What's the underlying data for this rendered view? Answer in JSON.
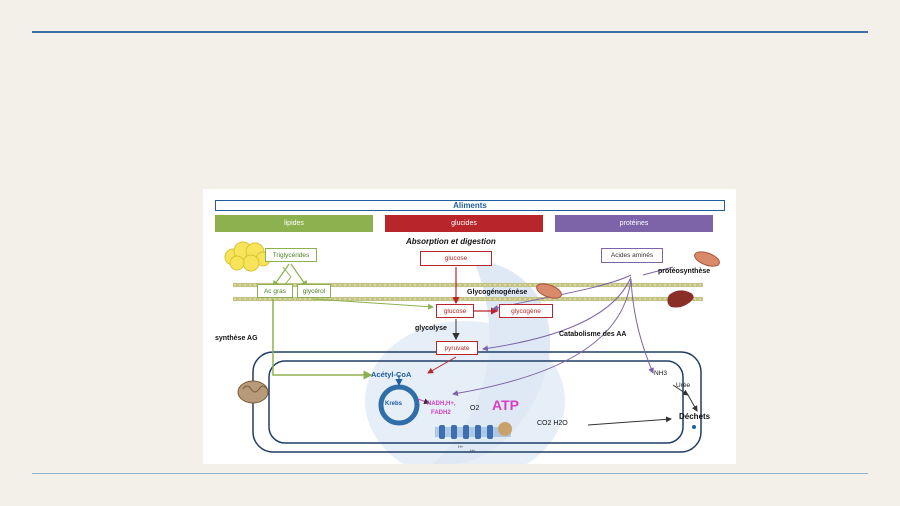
{
  "diagram": {
    "header": "Aliments",
    "categories": {
      "lipides": "lipides",
      "glucides": "glucides",
      "proteines": "protéines"
    },
    "absorption": "Absorption et digestion",
    "nodes": {
      "triglycerides": "Triglycérides",
      "ac_gras": "Ac gras",
      "glycerol": "glycérol",
      "glucose_top": "glucose",
      "glucose_mid": "glucose",
      "glycogene": "glycogène",
      "pyruvate": "pyruvate",
      "acides_amines": "Acides aminés",
      "acetyl_coa": "Acétyl-CoA",
      "krebs": "Krebs",
      "nadh": "NADH,H+,",
      "fadh2": "FADH2",
      "o2": "O2",
      "atp": "ATP",
      "co2_h2o": "CO2  H2O",
      "nh3": "NH3",
      "uree": "Urée",
      "dechets": "Déchets"
    },
    "labels": {
      "proteosynthese": "protéosynthèse",
      "glycogenogenese": "Glycogénogénèse",
      "glycolyse": "glycolyse",
      "catabolisme": "Catabolisme des AA",
      "synthese_ag": "synthèse AG"
    },
    "colors": {
      "lipides": "#8db14e",
      "glucides": "#b8262b",
      "proteines": "#7d63a8",
      "accent_blue": "#1f5fa0",
      "atp": "#d63ec4"
    }
  }
}
